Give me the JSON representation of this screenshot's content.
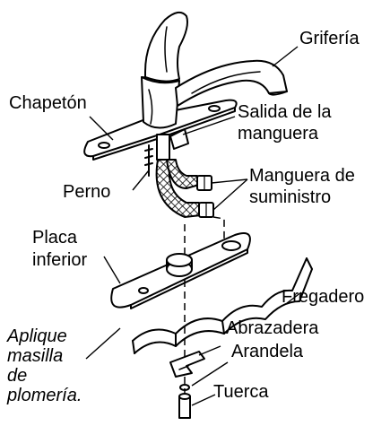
{
  "labels": {
    "griferia": "Grifería",
    "chapeton": "Chapetón",
    "salida_line1": "Salida de la",
    "salida_line2": "manguera",
    "perno": "Perno",
    "manguera_line1": "Manguera de",
    "manguera_line2": "suministro",
    "placa_line1": "Placa",
    "placa_line2": "inferior",
    "fregadero": "Fregadero",
    "abrazadera": "Abrazadera",
    "arandela": "Arandela",
    "tuerca": "Tuerca"
  },
  "note": {
    "line1": "Aplique",
    "line2": "masilla",
    "line3": "de",
    "line4": "plomería."
  }
}
